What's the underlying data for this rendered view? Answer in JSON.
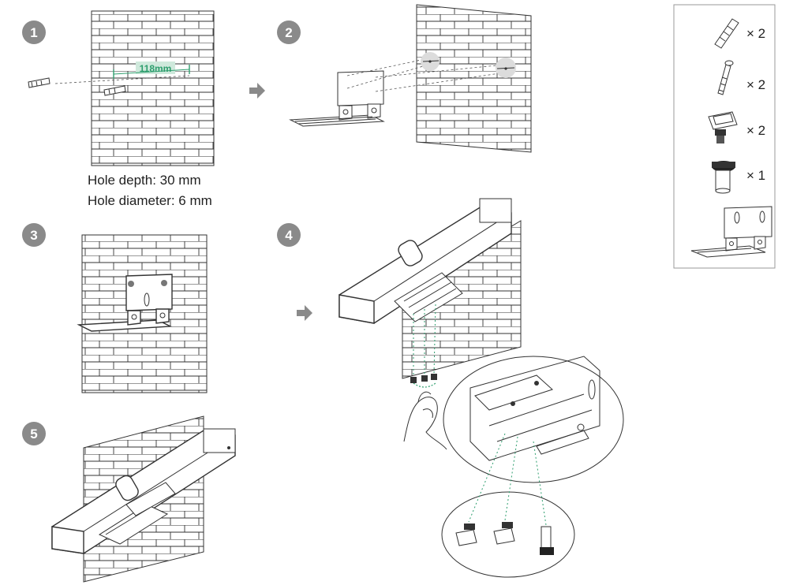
{
  "steps": [
    "1",
    "2",
    "3",
    "4",
    "5"
  ],
  "step1": {
    "measure": "118mm",
    "hole_depth": "Hole depth: 30 mm",
    "hole_diameter": "Hole diameter: 6 mm"
  },
  "parts": [
    {
      "icon": "wall-anchor-icon",
      "qty": "× 2"
    },
    {
      "icon": "screw-icon",
      "qty": "× 2"
    },
    {
      "icon": "bracket-clip-icon",
      "qty": "× 2"
    },
    {
      "icon": "thumb-screw-icon",
      "qty": "× 1"
    },
    {
      "icon": "wall-bracket-icon",
      "qty": ""
    }
  ],
  "colors": {
    "accent": "#2e9e6e",
    "badge": "#8a8a8a",
    "line": "#333333"
  }
}
